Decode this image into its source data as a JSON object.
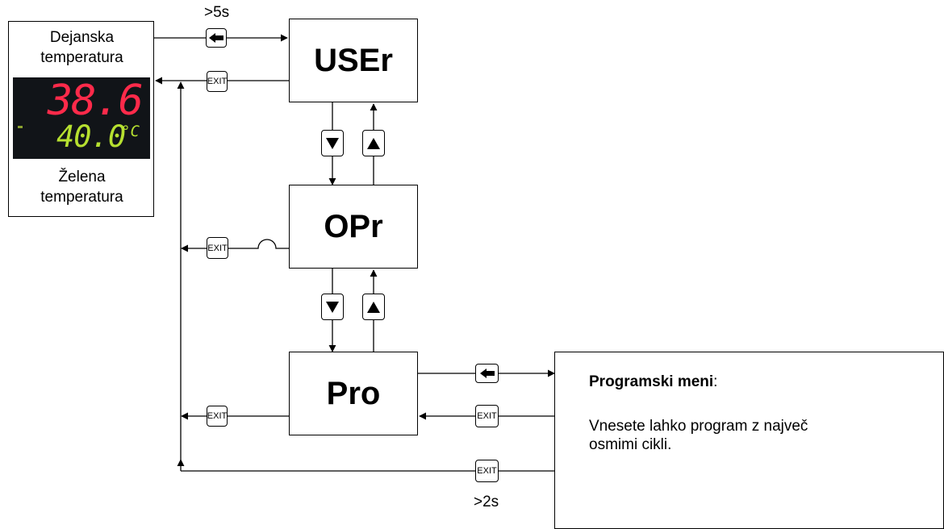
{
  "display": {
    "top_caption_line1": "Dejanska",
    "top_caption_line2": "temperatura",
    "actual_value": "38.6",
    "set_value": "40.0",
    "unit": "°C",
    "bottom_caption_line1": "Želena",
    "bottom_caption_line2": "temperatura"
  },
  "menus": {
    "user": "USEr",
    "operator": "OPr",
    "program": "Pro"
  },
  "keys": {
    "exit": "EXIT",
    "hold_long": ">5s",
    "hold_short": ">2s"
  },
  "program_box": {
    "title": "Programski meni",
    "title_suffix": ":",
    "description_line1": "Vnesete lahko program z največ",
    "description_line2": "osmimi cikli."
  },
  "colors": {
    "actual_value": "#ff2a4a",
    "set_value": "#b6e030",
    "lcd_background": "#111418"
  }
}
